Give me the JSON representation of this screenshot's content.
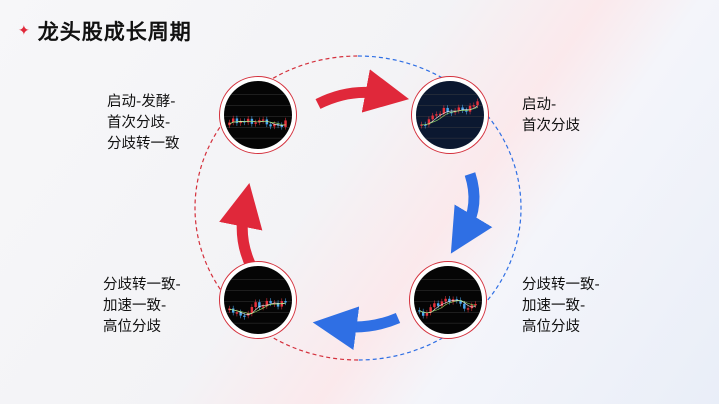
{
  "title": "龙头股成长周期",
  "title_icon": "sparkle-icon",
  "colors": {
    "red": "#e0283a",
    "blue": "#2f6fe4"
  },
  "stages": [
    {
      "position": "top-left",
      "label_lines": [
        "启动-发酵-",
        "首次分歧-",
        "分歧转一致"
      ]
    },
    {
      "position": "top-right",
      "label_lines": [
        "启动-",
        "首次分歧"
      ]
    },
    {
      "position": "bottom-right",
      "label_lines": [
        "分歧转一致-",
        "加速一致-",
        "高位分歧"
      ]
    },
    {
      "position": "bottom-left",
      "label_lines": [
        "分歧转一致-",
        "加速一致-",
        "高位分歧"
      ]
    }
  ]
}
